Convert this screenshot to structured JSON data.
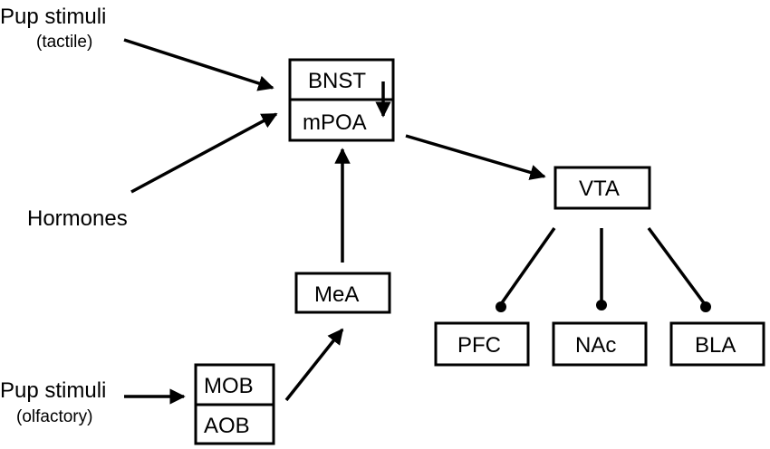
{
  "inputs": {
    "pup_tactile": {
      "title": "Pup stimuli",
      "sub": "(tactile)"
    },
    "hormones": "Hormones",
    "pup_olfactory": {
      "title": "Pup stimuli",
      "sub": "(olfactory)"
    }
  },
  "nodes": {
    "bnst": "BNST",
    "mpoa": "mPOA",
    "vta": "VTA",
    "mea": "MeA",
    "mob": "MOB",
    "aob": "AOB",
    "pfc": "PFC",
    "nac": "NAc",
    "bla": "BLA"
  }
}
